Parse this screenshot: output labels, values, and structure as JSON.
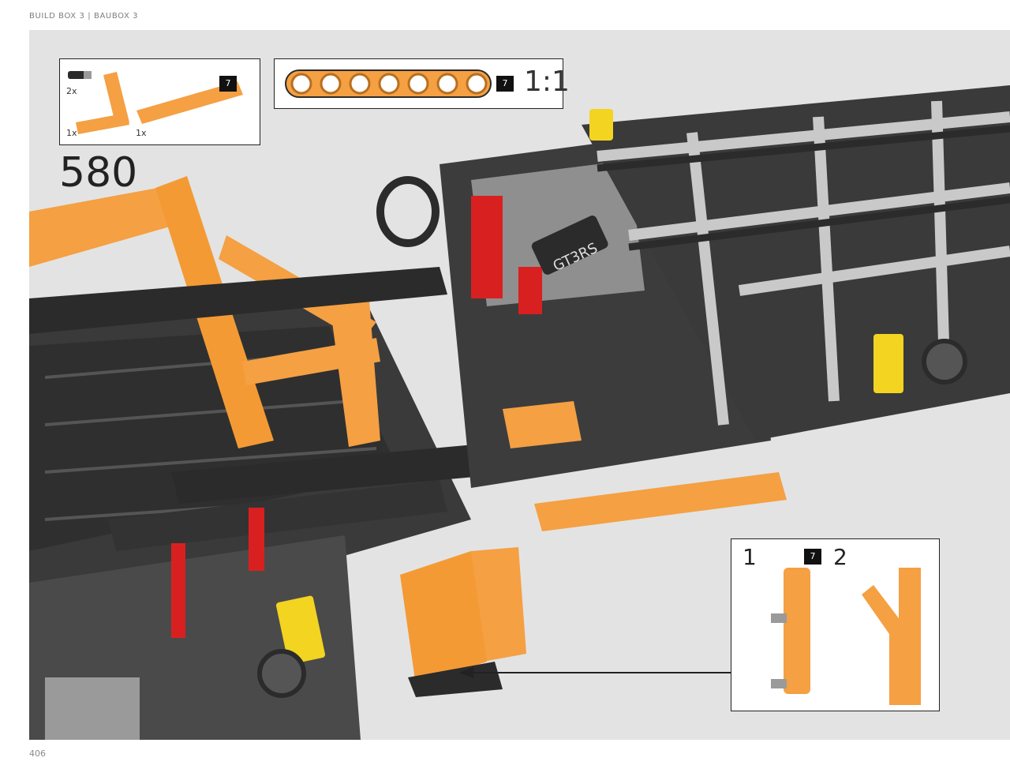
{
  "header": {
    "text": "BUILD BOX 3 | BAUBOX 3"
  },
  "page": {
    "number": "406"
  },
  "step": {
    "number": "580"
  },
  "parts_callout": {
    "items": [
      {
        "qty": "2x"
      },
      {
        "qty": "1x"
      },
      {
        "qty": "1x"
      }
    ],
    "color_badge": "7"
  },
  "ruler_callout": {
    "color_badge": "7",
    "scale": "1:1"
  },
  "substep_callout": {
    "step1": "1",
    "step2": "2",
    "color_badge": "7"
  },
  "model_label": {
    "text": "GT3RS"
  },
  "colors": {
    "orange": "#f4a043",
    "black": "#2b2b2b",
    "grey": "#9a9a9a",
    "red": "#d92020",
    "yellow": "#f2d421",
    "blue": "#1d6fd3",
    "background": "#e3e3e3"
  }
}
